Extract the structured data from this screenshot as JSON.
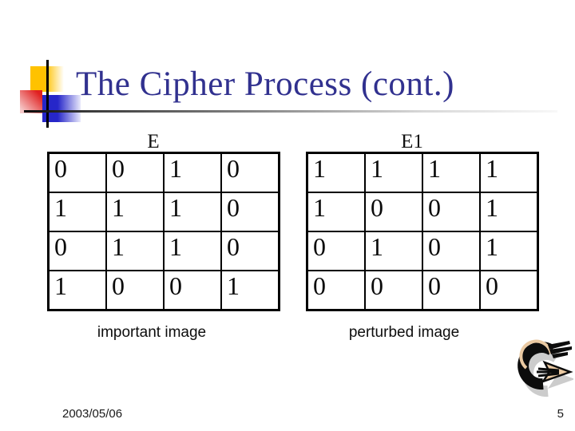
{
  "slide": {
    "title": "The Cipher Process (cont.)",
    "footer": {
      "date": "2003/05/06",
      "page_number": "5"
    }
  },
  "tables": {
    "left": {
      "label": "E",
      "caption": "important image",
      "rows": [
        [
          "0",
          "0",
          "1",
          "0"
        ],
        [
          "1",
          "1",
          "1",
          "0"
        ],
        [
          "0",
          "1",
          "1",
          "0"
        ],
        [
          "1",
          "0",
          "0",
          "1"
        ]
      ]
    },
    "right": {
      "label": "E1",
      "caption": "perturbed image",
      "rows": [
        [
          "1",
          "1",
          "1",
          "1"
        ],
        [
          "1",
          "0",
          "0",
          "1"
        ],
        [
          "0",
          "1",
          "0",
          "1"
        ],
        [
          "0",
          "0",
          "0",
          "0"
        ]
      ]
    }
  },
  "decorations": {
    "arrow_icon": "curved-redo-arrow",
    "colors": {
      "title_text": "#31318F",
      "logo_yellow": "#FFC200",
      "logo_red": "#E02020",
      "logo_blue": "#2626C9",
      "rule_dark": "#0A0A0A",
      "table_border": "#000000",
      "arrow_black": "#0C0C0C",
      "arrow_tan": "#EAC9A2",
      "arrow_shadow": "#8F8F8F"
    }
  }
}
